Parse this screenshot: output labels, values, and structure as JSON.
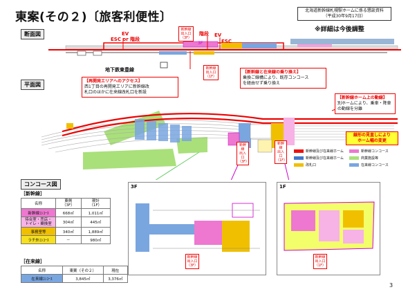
{
  "header": {
    "title": "東案(その２)〔旅客利便性〕",
    "meta_line1": "北海道新幹線札幌駅ホームに係る懇談資料",
    "meta_line2": "（平成30年9月17日）",
    "note": "※詳細は今後調整"
  },
  "sections": {
    "section_view": "断面図",
    "plan_view": "平面図",
    "concourse_view": "コンコース図"
  },
  "section_diagram": {
    "ev_esc_stairs": "EV\nESC or 階段",
    "stairs": "階段",
    "ev": "EV",
    "esc": "ESC",
    "gate_3f": "新幹線\n出入口\n（3F）",
    "gate_1f": "新幹線\n出入口\n（1F）",
    "floor_3f": "3F",
    "subway": "地下鉄東豊線"
  },
  "callouts": {
    "redevelopment_title": "【再開発エリアへのアクセス】",
    "redevelopment_body": "西1丁目の再開発エリアに新幹線改\n札口のほかに在来線改札口を新設",
    "transfer_title": "【新幹線と在来線の乗り換え】",
    "transfer_body": "乗換ご線構により、既存コンコース\nを経由せず乗り換え",
    "platform_title": "【新幹線ホーム上の動線】",
    "platform_body": "別ホームにより、乗車・降車\nの動線を分離",
    "curve_change": "線形の見直しにより\nホーム幅の変更"
  },
  "plan_labels": {
    "gate_3f": "新幹線\n出入口\n（3F）",
    "gate_1f": "新幹線\n出入口\n（1F）",
    "floor_3f": "3F",
    "floor_1f": "1F"
  },
  "legend": [
    {
      "label": "新幹線及び在来線ホーム",
      "color": "#e11"
    },
    {
      "label": "新幹線コンコース",
      "color": "#ee77d0"
    },
    {
      "label": "新幹線及び在来線ホーム",
      "color": "#4477cc"
    },
    {
      "label": "商業施設等",
      "color": "#a9e07a"
    },
    {
      "label": "改札口",
      "color": "#f0c000"
    },
    {
      "label": "在来線コンコース",
      "color": "#7aa6e0"
    }
  ],
  "shinkansen_table": {
    "caption": "［新幹線］",
    "headers": [
      "名称",
      "東側\n（3F）",
      "現計\n（1F）"
    ],
    "rows": [
      {
        "name": "新幹線ｺﾝｺｰｽ",
        "a": "668㎡",
        "b": "1,011㎡",
        "color": "#ee77d0"
      },
      {
        "name": "待合室・売店・\nトイレ・乗換室",
        "a": "304㎡",
        "b": "445㎡",
        "color": "#f7b2e6"
      },
      {
        "name": "事務室等",
        "a": "340㎡",
        "b": "1,889㎡",
        "color": "#f0c000"
      },
      {
        "name": "ラチ外ｺﾝｺｰｽ",
        "a": "－",
        "b": "980㎡",
        "color": "#f6e020"
      }
    ]
  },
  "conventional_table": {
    "caption": "［在来線］",
    "headers": [
      "名称",
      "東案（その２）",
      "現在"
    ],
    "rows": [
      {
        "name": "在来線ｺﾝｺｰｽ",
        "a": "3,845㎡",
        "b": "3,376㎡",
        "color": "#7aa6e0"
      }
    ]
  },
  "page_number": "3"
}
